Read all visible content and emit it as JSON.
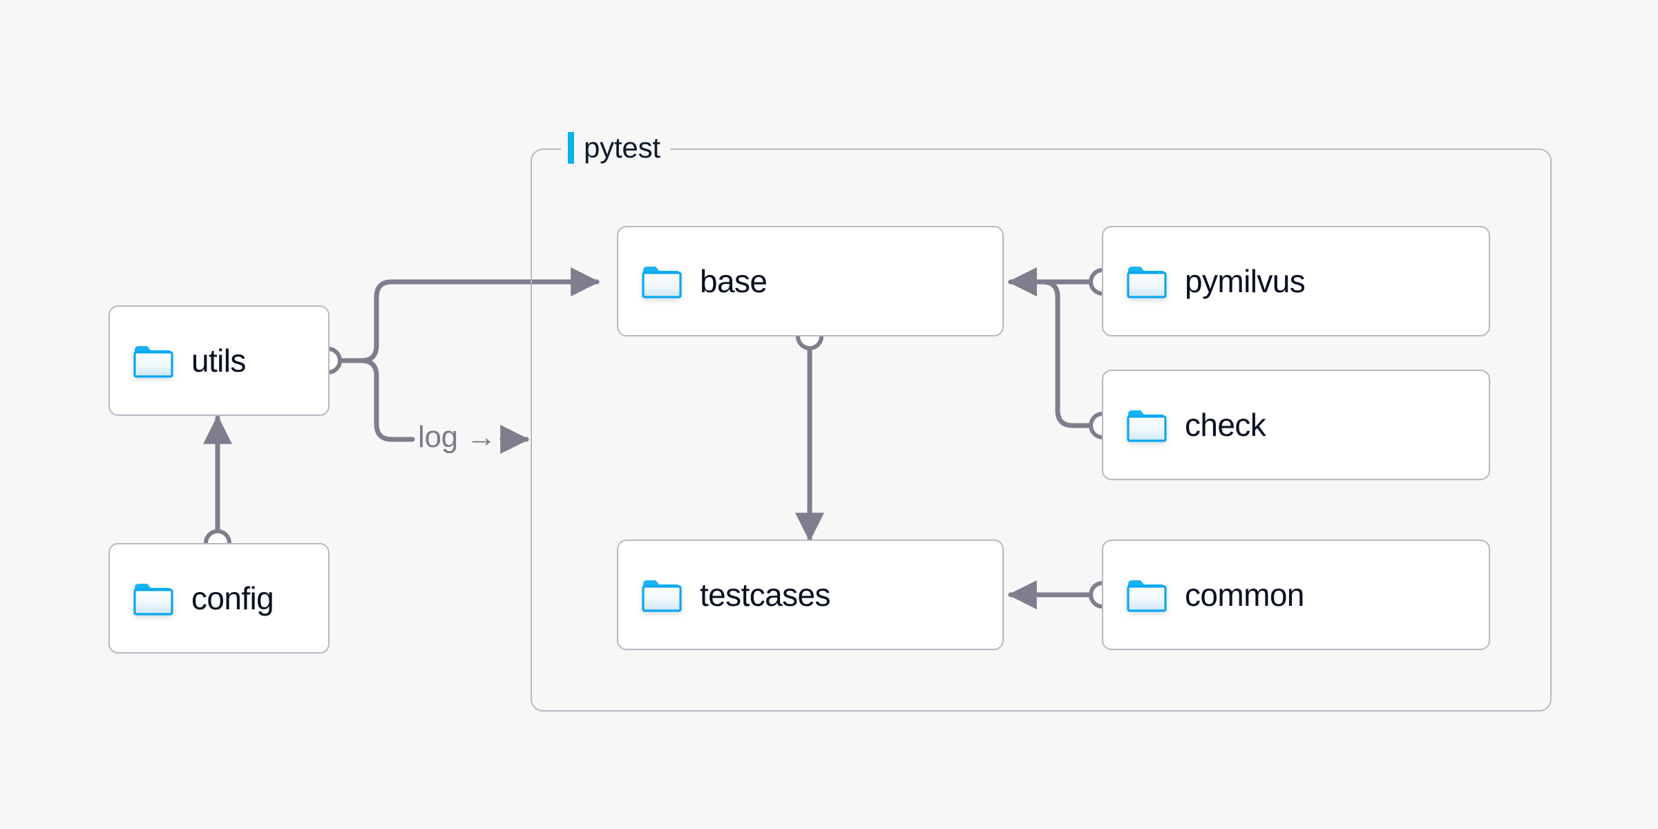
{
  "diagram": {
    "title_visible": false,
    "background": "#f7f7f8",
    "accent_color": "#0bb0ef",
    "node_border_color": "#b9b8c4",
    "edge_color": "#7e7e8c",
    "label_color": "#0a1020"
  },
  "group": {
    "label": "pytest",
    "accent_color": "#0bb0ef"
  },
  "nodes": [
    {
      "id": "utils",
      "label": "utils",
      "icon": "folder-icon"
    },
    {
      "id": "config",
      "label": "config",
      "icon": "folder-icon"
    },
    {
      "id": "base",
      "label": "base",
      "icon": "folder-icon"
    },
    {
      "id": "testcases",
      "label": "testcases",
      "icon": "folder-icon"
    },
    {
      "id": "pymilvus",
      "label": "pymilvus",
      "icon": "folder-icon"
    },
    {
      "id": "check",
      "label": "check",
      "icon": "folder-icon"
    },
    {
      "id": "common",
      "label": "common",
      "icon": "folder-icon"
    }
  ],
  "edges": [
    {
      "id": "utils-base",
      "from": "utils",
      "to": "base",
      "label": ""
    },
    {
      "id": "utils-log",
      "from": "utils",
      "to": "pytest",
      "label": "log →"
    },
    {
      "id": "config-utils",
      "from": "config",
      "to": "utils",
      "label": ""
    },
    {
      "id": "base-testcases",
      "from": "base",
      "to": "testcases",
      "label": ""
    },
    {
      "id": "pymilvus-base",
      "from": "pymilvus",
      "to": "base",
      "label": ""
    },
    {
      "id": "check-base",
      "from": "check",
      "to": "base",
      "label": ""
    },
    {
      "id": "common-testcases",
      "from": "common",
      "to": "testcases",
      "label": ""
    }
  ],
  "edge_labels": {
    "log": "log →"
  }
}
